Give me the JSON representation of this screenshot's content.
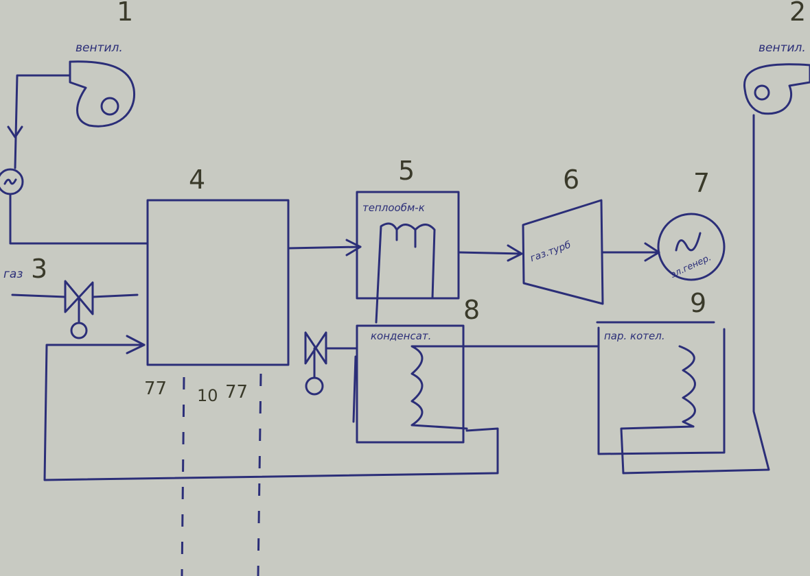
{
  "colors": {
    "ink": "#2b2e78",
    "paper": "#c8cac2",
    "numbers": "#3a3a2a"
  },
  "components": [
    {
      "number": "1",
      "label": "вентил."
    },
    {
      "number": "2",
      "label": "вентил."
    },
    {
      "number": "3",
      "label": "газ"
    },
    {
      "number": "4",
      "label": ""
    },
    {
      "number": "5",
      "label": "теплообм-к"
    },
    {
      "number": "6",
      "label": "газ.турб"
    },
    {
      "number": "7",
      "label": "эл.генер."
    },
    {
      "number": "8",
      "label": "конденсат."
    },
    {
      "number": "9",
      "label": "пар. котел."
    },
    {
      "number": "10",
      "label": ""
    }
  ]
}
